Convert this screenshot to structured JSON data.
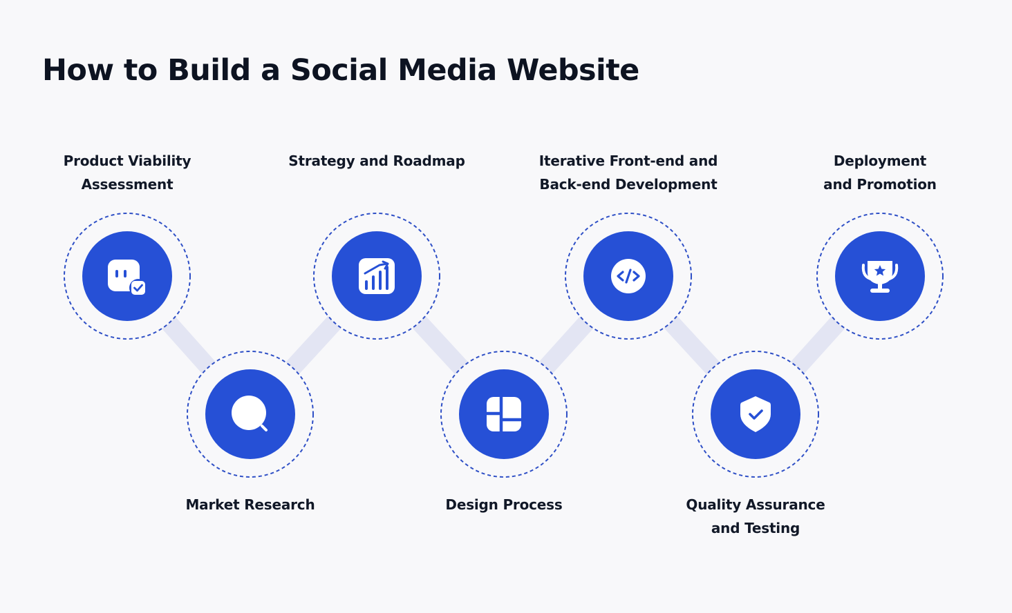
{
  "title": "How to Build a Social Media Website",
  "colors": {
    "background": "#f8f8fa",
    "circle_fill": "#2650d6",
    "dashed_ring": "#2e4fc6",
    "connector": "#e3e5f3",
    "icon_fill": "#ffffff",
    "text": "#111827"
  },
  "steps": [
    {
      "label_lines": [
        "Product Viability",
        "Assessment"
      ],
      "icon": "plug-check-icon"
    },
    {
      "label_lines": [
        "Market Research"
      ],
      "icon": "search-icon"
    },
    {
      "label_lines": [
        "Strategy and Roadmap"
      ],
      "icon": "growth-chart-icon"
    },
    {
      "label_lines": [
        "Design Process"
      ],
      "icon": "layout-grid-icon"
    },
    {
      "label_lines": [
        "Iterative Front-end and",
        "Back-end Development"
      ],
      "icon": "code-icon"
    },
    {
      "label_lines": [
        "Quality Assurance",
        "and Testing"
      ],
      "icon": "shield-check-icon"
    },
    {
      "label_lines": [
        "Deployment",
        "and Promotion"
      ],
      "icon": "trophy-icon"
    }
  ]
}
